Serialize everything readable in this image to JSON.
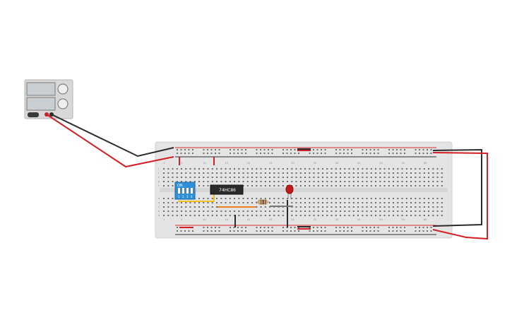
{
  "canvas": {
    "background": "#ffffff",
    "breadboard_color": "#e4e4e4",
    "hole_color": "#6b6b6b",
    "rail_red": "#d9262b",
    "rail_black": "#2b2b2b",
    "wire_red": "#d11f24",
    "wire_black": "#2b2b2b",
    "wire_yellow": "#f0c020",
    "wire_orange": "#e8831c",
    "wire_gray": "#777777"
  },
  "power_supply": {
    "display_top": "",
    "display_bottom": "",
    "knob_icon": "knob-icon",
    "switch_icon": "power-switch-icon"
  },
  "breadboard": {
    "column_labels_top": [
      "1",
      "5",
      "10",
      "15",
      "20",
      "25",
      "30",
      "35",
      "40",
      "45",
      "50",
      "55",
      "60"
    ],
    "column_labels_bottom": [
      "1",
      "5",
      "10",
      "15",
      "20",
      "25",
      "30",
      "35",
      "40",
      "45",
      "50",
      "55",
      "60"
    ],
    "row_labels_left": [
      "j",
      "i",
      "h",
      "g",
      "f",
      "e",
      "d",
      "c",
      "b",
      "a"
    ]
  },
  "components": {
    "dip_switch": {
      "label": "ON",
      "positions": [
        "1",
        "2",
        "3",
        "4"
      ],
      "color": "#2f8fd6"
    },
    "chip": {
      "label": "74HC86",
      "color": "#2a2a2a"
    },
    "resistor": {
      "color": "#d9b27c"
    },
    "led": {
      "color": "#c41a1a"
    }
  }
}
